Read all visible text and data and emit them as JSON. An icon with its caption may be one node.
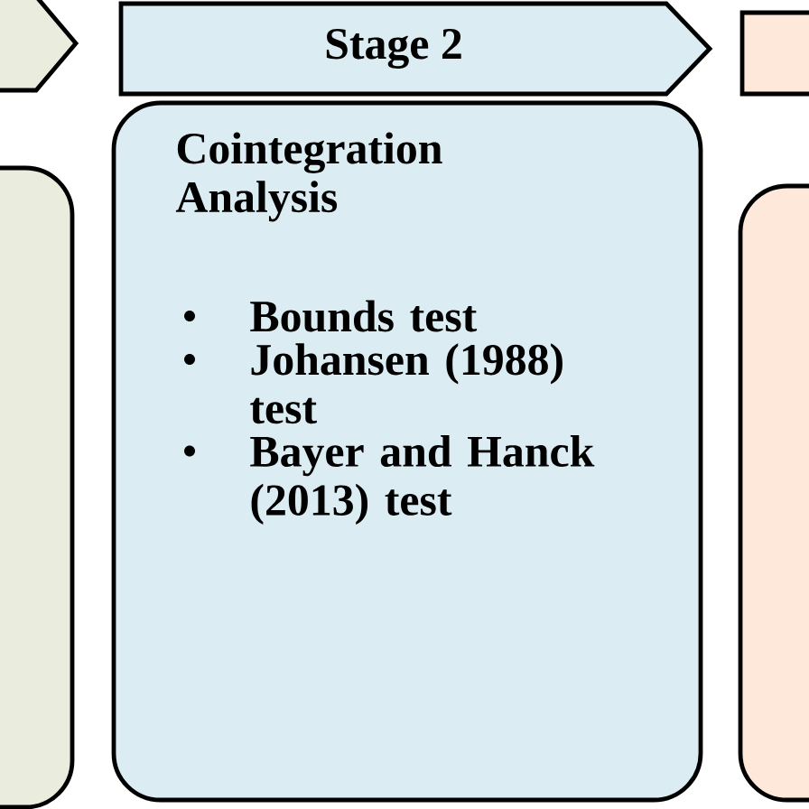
{
  "diagram": {
    "nodes": [
      {
        "text": [],
        "shape": "chevron"
      },
      {
        "text": [
          "Stage 2"
        ]
      },
      {
        "text": [],
        "shape": "box"
      },
      {
        "text": [],
        "shape": "box"
      },
      {
        "text": [
          "Cointegration Analysis",
          "Bounds test",
          "Johansen (1988) test",
          "Bayer and Hanck (2013) test"
        ]
      },
      {
        "text": [],
        "shape": "box"
      }
    ]
  }
}
